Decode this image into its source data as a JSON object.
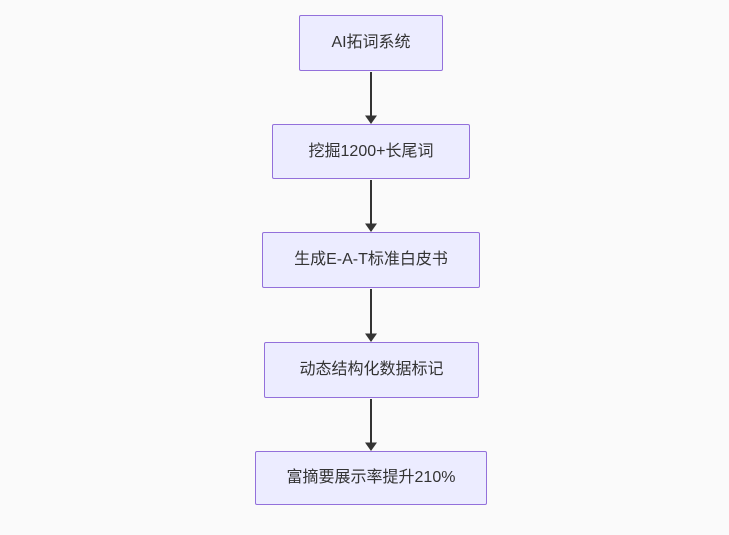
{
  "diagram": {
    "type": "flowchart",
    "direction": "top-down",
    "nodes": [
      {
        "id": "n1",
        "label": "AI拓词系统"
      },
      {
        "id": "n2",
        "label": "挖掘1200+长尾词"
      },
      {
        "id": "n3",
        "label": "生成E-A-T标准白皮书"
      },
      {
        "id": "n4",
        "label": "动态结构化数据标记"
      },
      {
        "id": "n5",
        "label": "富摘要展示率提升210%"
      }
    ],
    "edges": [
      {
        "from": "n1",
        "to": "n2"
      },
      {
        "from": "n2",
        "to": "n3"
      },
      {
        "from": "n3",
        "to": "n4"
      },
      {
        "from": "n4",
        "to": "n5"
      }
    ]
  },
  "colors": {
    "canvas_bg": "#fafafa",
    "node_fill": "#ececff",
    "node_border": "#9370db",
    "node_text": "#333333",
    "arrow": "#333333"
  }
}
